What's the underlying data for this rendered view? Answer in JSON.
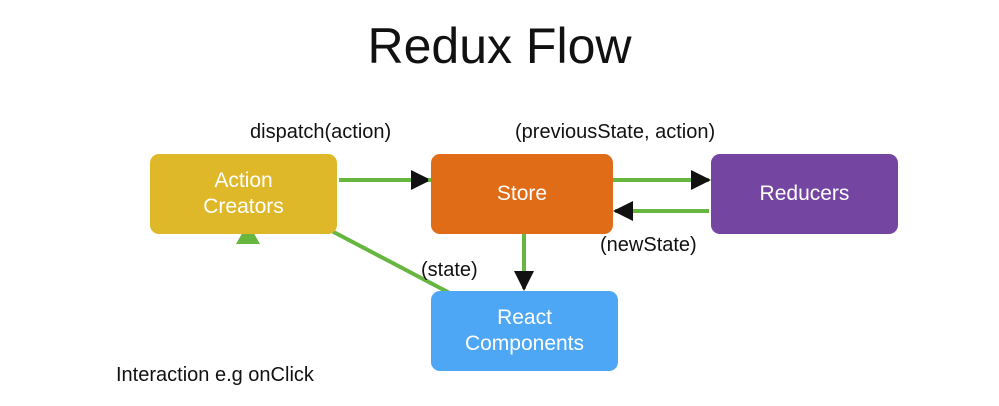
{
  "title": "Redux Flow",
  "nodes": {
    "action_creators": {
      "label": "Action\nCreators",
      "color": "#dfb82a"
    },
    "store": {
      "label": "Store",
      "color": "#e16c17"
    },
    "reducers": {
      "label": "Reducers",
      "color": "#7446a2"
    },
    "react_components": {
      "label": "React\nComponents",
      "color": "#4ea7f5"
    }
  },
  "edge_labels": {
    "dispatch": "dispatch(action)",
    "previous_state": "(previousState, action)",
    "new_state": "(newState)",
    "state": "(state)",
    "interaction": "Interaction e.g onClick"
  },
  "arrow_color": "#67b63f"
}
